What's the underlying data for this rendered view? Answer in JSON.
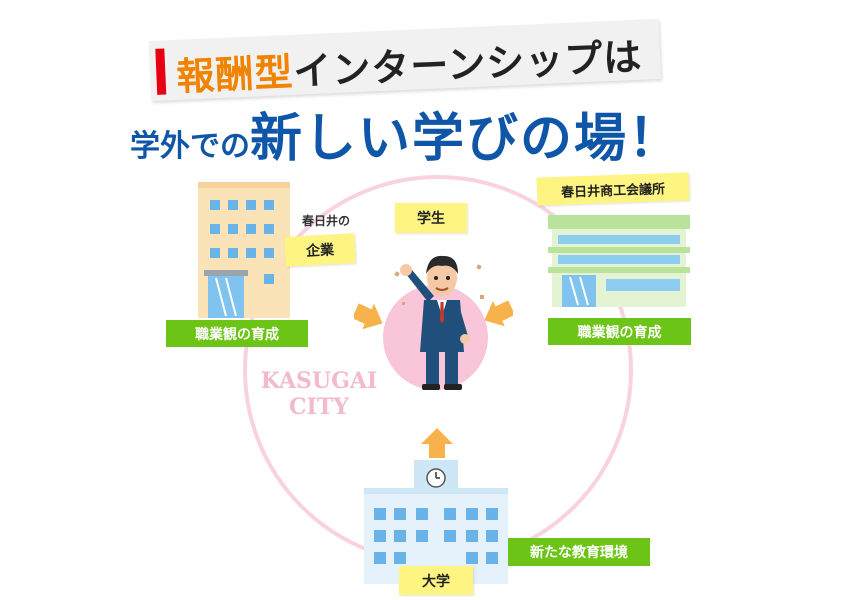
{
  "title": {
    "accent": "報酬型",
    "main": "インターンシップは"
  },
  "subtitle": {
    "small": "学外での",
    "big": "新しい学びの場！"
  },
  "labels": {
    "company_small": "春日井の",
    "company": "企業",
    "student": "学生",
    "chamber": "春日井商工会議所",
    "university": "大学",
    "kasugai_line1": "KASUGAI",
    "kasugai_line2": "CITY"
  },
  "green_labels": {
    "left": "職業観の育成",
    "right": "職業観の育成",
    "bottom": "新たな教育環境"
  },
  "colors": {
    "accent": "#f08300",
    "title_blue": "#0f56a8",
    "green": "#6cc417",
    "note_yellow": "#fdf482",
    "circle_pink": "#f9d2df",
    "arrow_orange": "#f7b24c"
  },
  "icons": [
    "office-building-icon",
    "chamber-building-icon",
    "university-building-icon",
    "student-person-icon",
    "clock-icon",
    "arrow-right-icon",
    "arrow-left-icon",
    "arrow-up-icon"
  ]
}
